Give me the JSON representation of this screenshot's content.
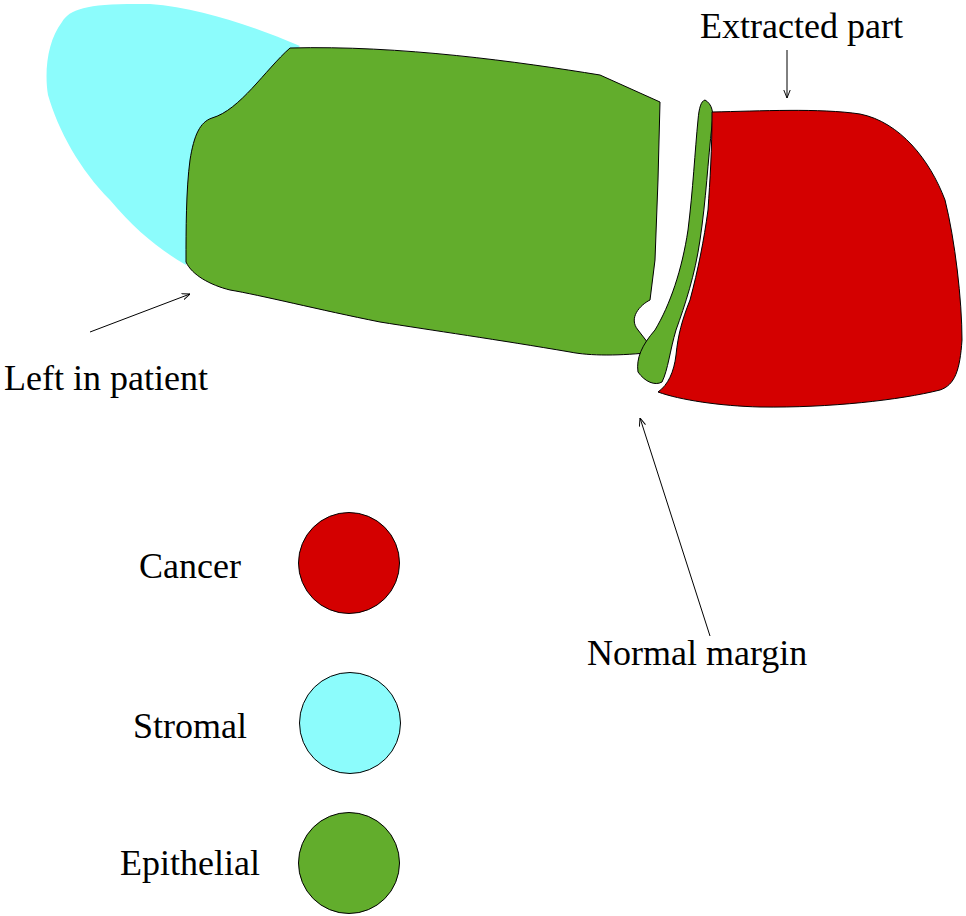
{
  "diagram": {
    "labels": [
      "Extracted part",
      "Left in patient",
      "Normal margin"
    ],
    "legend": [
      {
        "text": "Cancer",
        "color": "#d40000"
      },
      {
        "text": "Stromal",
        "color": "#8cfcfc"
      },
      {
        "text": "Epithelial",
        "color": "#62ad2c"
      }
    ]
  }
}
